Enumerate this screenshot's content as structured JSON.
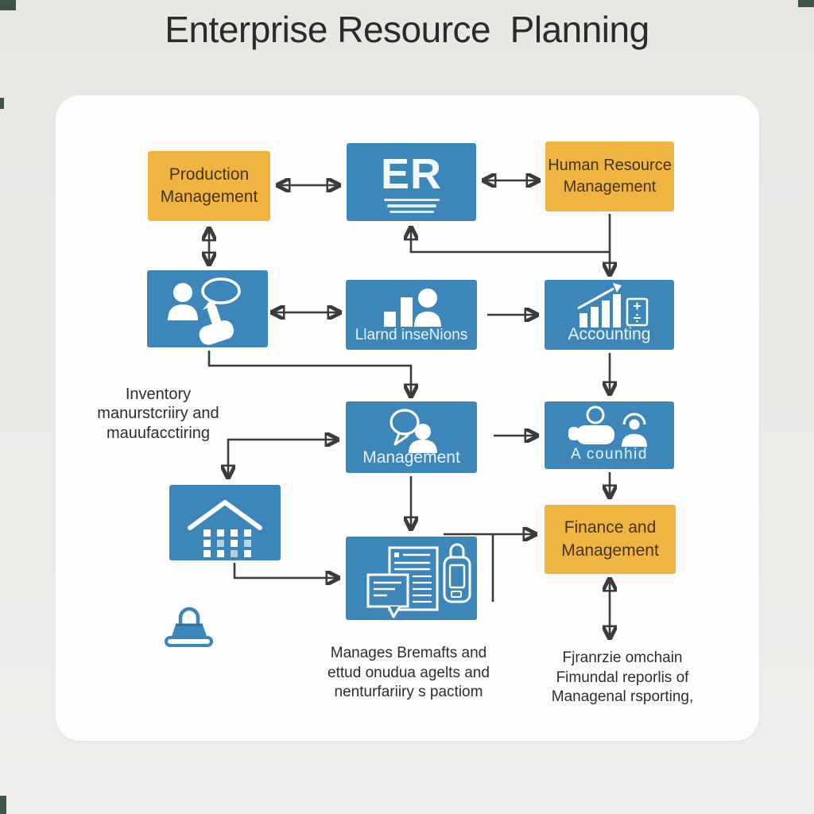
{
  "title": "Enterprise Resource  Planning",
  "nodes": {
    "production": {
      "label": "Production\nManagement"
    },
    "erp": {
      "label": "ER"
    },
    "hr": {
      "label": "Human Resource\nManagement"
    },
    "analytics": {
      "label": "Llarnd inseNions"
    },
    "accounting": {
      "label": "Accounting"
    },
    "management": {
      "label": "Management"
    },
    "acounhid": {
      "label": "A counhid"
    },
    "finance": {
      "label": "Finance and\nManagement"
    }
  },
  "notes": {
    "inventory": "Inventory\nmanurstcriiry and\nmauufacctiring",
    "manages": "Manages Bremafts and\nettud onudua agelts and\nnenturfariiry s pactiom",
    "financial": "Fjranrzie omchain\nFimundal reporlis of\nManagenal rsporting,"
  },
  "icons": {
    "crm_box": [
      "person-icon",
      "speech-bubble-icon",
      "pointing-hand-icon"
    ],
    "analytics_box": [
      "bar-chart-icon",
      "person-icon"
    ],
    "accounting_box": [
      "growth-chart-icon",
      "calculator-icon"
    ],
    "management_box": [
      "speech-bubble-icon",
      "person-icon"
    ],
    "acounhid_box": [
      "person-outline-icon",
      "person-icon"
    ],
    "warehouse_box": [
      "warehouse-icon"
    ],
    "documents_box": [
      "document-icon",
      "speech-bubble-icon",
      "badge-icon"
    ],
    "erp_box": [
      "text-underline-lines"
    ],
    "standalone": [
      "padlock-icon"
    ]
  },
  "colors": {
    "background": "#e9e8e5",
    "card": "#fdfdfd",
    "box_blue": "#3d86b9",
    "box_orange": "#f0b440",
    "arrow": "#3b3b3b",
    "orange_box_text": "#46330f",
    "blue_box_text": "#eaf4fb",
    "note_text": "#2e2e2e",
    "lock_blue": "#3d86b9",
    "title_text": "#2b2b2b"
  }
}
